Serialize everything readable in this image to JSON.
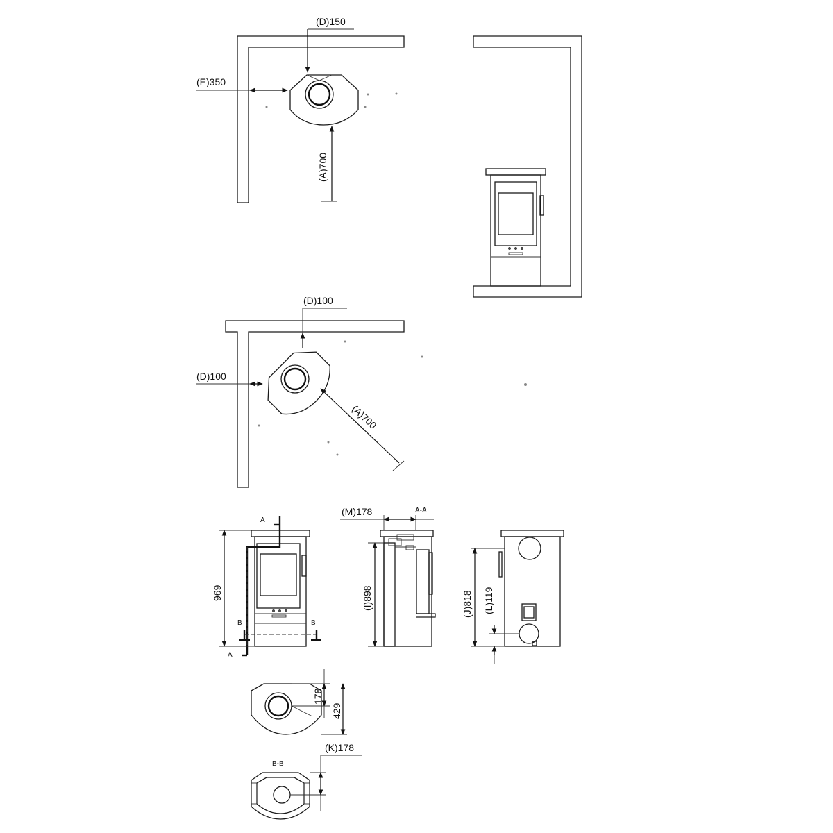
{
  "labels": {
    "top_d150": "(D)150",
    "top_e350": "(E)350",
    "top_a700": "(A)700",
    "corner_d100_top": "(D)100",
    "corner_d100_left": "(D)100",
    "corner_a700": "(A)700",
    "front_969": "969",
    "front_a_top": "A",
    "front_a_bottom": "A",
    "front_b_left": "B",
    "front_b_right": "B",
    "side_m178": "(M)178",
    "side_aa": "A-A",
    "side_i898": "(I)898",
    "back_j818": "(J)818",
    "back_l119": "(L)119",
    "plan_178": "178",
    "plan_429": "429",
    "bb_title": "B-B",
    "bb_k178": "(K)178"
  }
}
